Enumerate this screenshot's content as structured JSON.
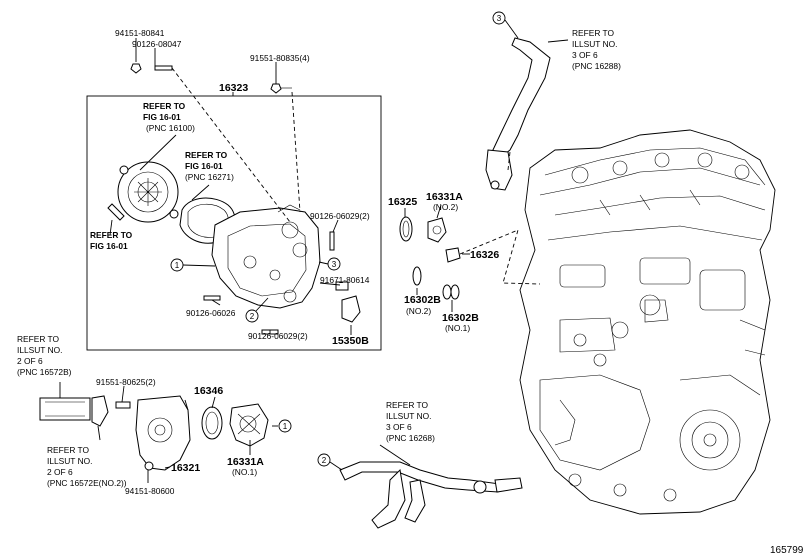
{
  "figure_id": "165799",
  "part_numbers": {
    "p16323": "16323",
    "p16325": "16325",
    "p16331A_a": "16331A",
    "p16331A_a_note": "(NO.2)",
    "p16326": "16326",
    "p16302B_a": "16302B",
    "p16302B_a_note": "(NO.2)",
    "p16302B_b": "16302B",
    "p16302B_b_note": "(NO.1)",
    "p15350B": "15350B",
    "p16346": "16346",
    "p16321": "16321",
    "p16331A_b": "16331A",
    "p16331A_b_note": "(NO.1)"
  },
  "hardware": {
    "h94151_80841": "94151-80841",
    "h90126_08047": "90126-08047",
    "h91551_80835": "91551-80835(4)",
    "h90126_06029_a": "90126-06029(2)",
    "h91671_80614": "91671-80614",
    "h90126_06026": "90126-06026",
    "h90126_06029_b": "90126-06029(2)",
    "h91551_80625": "91551-80625(2)",
    "h94151_80600": "94151-80600"
  },
  "refs": {
    "r1": [
      "REFER TO",
      "FIG 16-01",
      "(PNC 16100)"
    ],
    "r2": [
      "REFER TO",
      "FIG 16-01",
      "(PNC 16271)"
    ],
    "r3": [
      "REFER TO",
      "FIG 16-01"
    ],
    "r4": [
      "REFER TO",
      "ILLSUT NO.",
      "3 OF 6",
      "(PNC 16288)"
    ],
    "r5": [
      "REFER TO",
      "ILLSUT NO.",
      "2 OF 6",
      "(PNC 16572B)"
    ],
    "r6": [
      "REFER TO",
      "ILLSUT NO.",
      "2 OF 6",
      "(PNC 16572E(NO.2))"
    ],
    "r7": [
      "REFER TO",
      "ILLSUT NO.",
      "3 OF 6",
      "(PNC 16268)"
    ]
  },
  "callouts": {
    "c1": "1",
    "c2": "2",
    "c3": "3"
  }
}
